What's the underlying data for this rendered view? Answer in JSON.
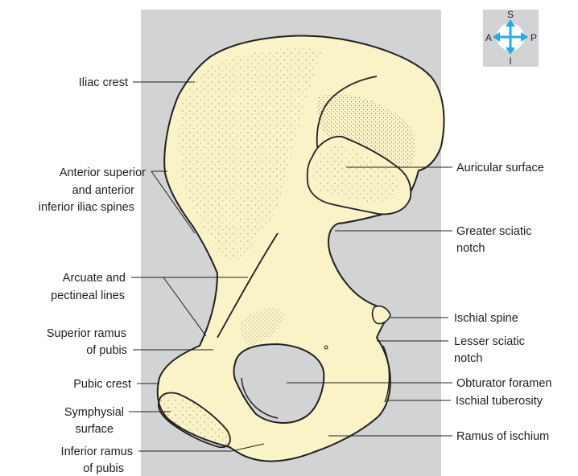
{
  "colors": {
    "panel": "#d1d3d4",
    "bone": "#fbf3c8",
    "outline": "#231f20",
    "compass_arrow": "#27aae1",
    "compass_bg": "#d1d3d4"
  },
  "compass": {
    "superior": "S",
    "inferior": "I",
    "anterior": "A",
    "posterior": "P"
  },
  "labels": {
    "iliac_crest": "Iliac crest",
    "asis_line1": "Anterior superior",
    "asis_line2": "and anterior",
    "asis_line3": "inferior iliac spines",
    "arcuate_line1": "Arcuate and",
    "arcuate_line2": "pectineal lines",
    "sup_ramus_line1": "Superior ramus",
    "sup_ramus_line2": "of pubis",
    "pubic_crest": "Pubic crest",
    "symph_line1": "Symphysial",
    "symph_line2": "surface",
    "inf_ramus_line1": "Inferior ramus",
    "inf_ramus_line2": "of pubis",
    "auricular": "Auricular surface",
    "greater_sciatic_line1": "Greater sciatic",
    "greater_sciatic_line2": "notch",
    "ischial_spine": "Ischial spine",
    "lesser_sciatic_line1": "Lesser sciatic",
    "lesser_sciatic_line2": "notch",
    "obturator": "Obturator foramen",
    "ischial_tuberosity": "Ischial tuberosity",
    "ramus_ischium": "Ramus of ischium"
  }
}
